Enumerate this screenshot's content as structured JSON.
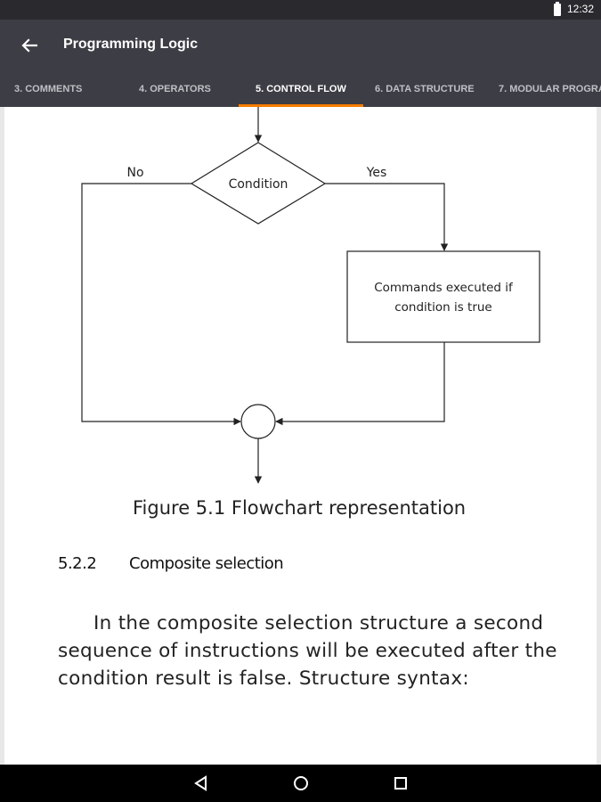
{
  "status_bar": {
    "time": "12:32"
  },
  "app_bar": {
    "title": "Programming Logic"
  },
  "tabs": [
    {
      "label": "3. COMMENTS"
    },
    {
      "label": "4. OPERATORS"
    },
    {
      "label": "5. CONTROL FLOW",
      "active": true
    },
    {
      "label": "6. DATA STRUCTURE"
    },
    {
      "label": "7. MODULAR PROGRA"
    }
  ],
  "flowchart": {
    "decision": "Condition",
    "no_label": "No",
    "yes_label": "Yes",
    "process_line1": "Commands executed if",
    "process_line2": "condition is true"
  },
  "caption": {
    "figure": "Figure 5.1",
    "text": "Flowchart representation"
  },
  "section": {
    "number": "5.2.2",
    "title": "Composite selection"
  },
  "paragraph": [
    "In the composite selection structure a second",
    "sequence of instructions will be executed after the",
    "condition result is false. Structure syntax:"
  ],
  "colors": {
    "app_bar": "#3d3d45",
    "status_bar": "#2a2a2e",
    "tab_indicator": "#f57c00"
  },
  "icons": {
    "back": "arrow-back-icon",
    "nav_back": "triangle-back-icon",
    "nav_home": "circle-home-icon",
    "nav_recents": "square-recents-icon"
  }
}
